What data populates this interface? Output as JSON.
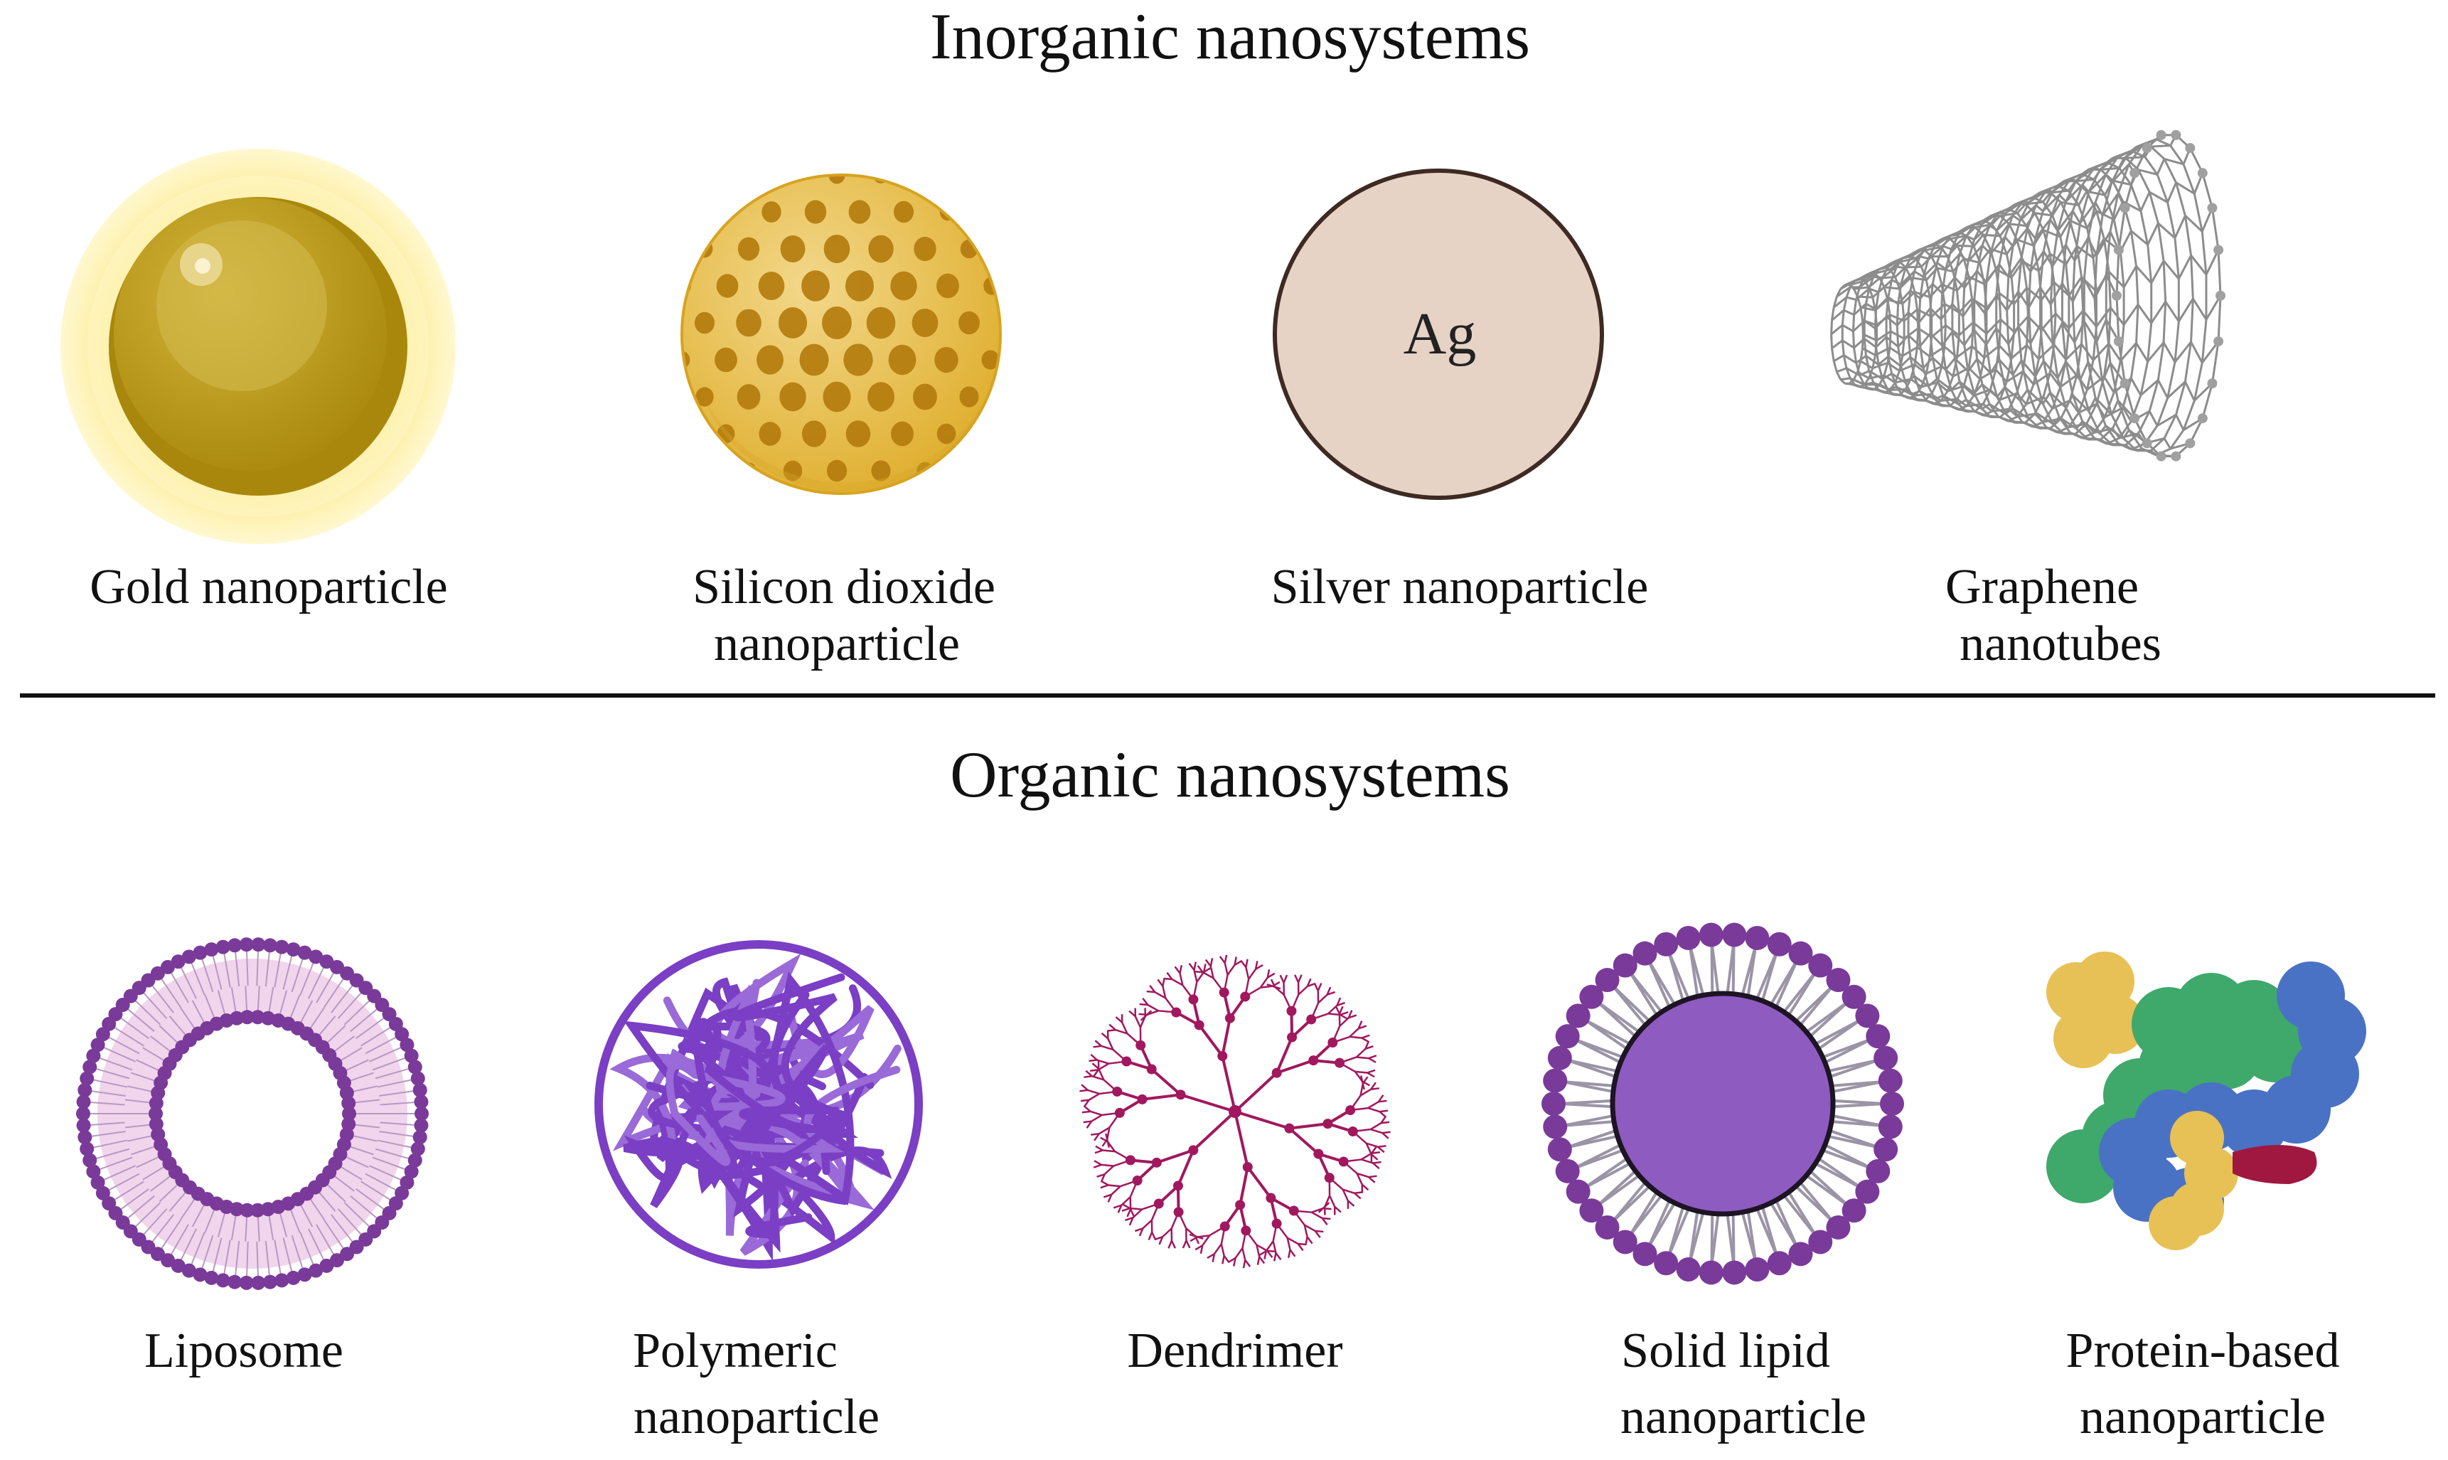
{
  "sections": {
    "inorganic": {
      "title": "Inorganic nanosystems",
      "items": [
        {
          "label": [
            "Gold nanoparticle"
          ],
          "icon": "gold-nanoparticle-icon"
        },
        {
          "label": [
            "Silicon dioxide",
            "nanoparticle"
          ],
          "icon": "silicon-dioxide-nanoparticle-icon"
        },
        {
          "label": [
            "Silver nanoparticle"
          ],
          "icon": "silver-nanoparticle-icon",
          "symbol": "Ag"
        },
        {
          "label": [
            "Graphene",
            "nanotubes"
          ],
          "icon": "graphene-nanotube-icon"
        }
      ]
    },
    "organic": {
      "title": "Organic nanosystems",
      "items": [
        {
          "label": [
            "Liposome"
          ],
          "icon": "liposome-icon"
        },
        {
          "label": [
            "Polymeric",
            "nanoparticle"
          ],
          "icon": "polymeric-nanoparticle-icon"
        },
        {
          "label": [
            "Dendrimer"
          ],
          "icon": "dendrimer-icon"
        },
        {
          "label": [
            "Solid lipid",
            "nanoparticle"
          ],
          "icon": "solid-lipid-nanoparticle-icon"
        },
        {
          "label": [
            "Protein-based",
            "nanoparticle"
          ],
          "icon": "protein-nanoparticle-icon"
        }
      ]
    }
  },
  "colors": {
    "gold_core": "#b8960e",
    "gold_glow": "#fbe98a",
    "silica": "#e6bf4e",
    "silica_pores": "#b37a0c",
    "silver": "#e6d3c6",
    "carbon": "#8c8c8c",
    "lipid": "#7a3a9a",
    "polymer": "#7a3fc4",
    "dendrimer": "#a1185e",
    "protein_green": "#3fa86b",
    "protein_blue": "#4a72c4",
    "protein_yellow": "#e7c155",
    "protein_red": "#a01840"
  }
}
